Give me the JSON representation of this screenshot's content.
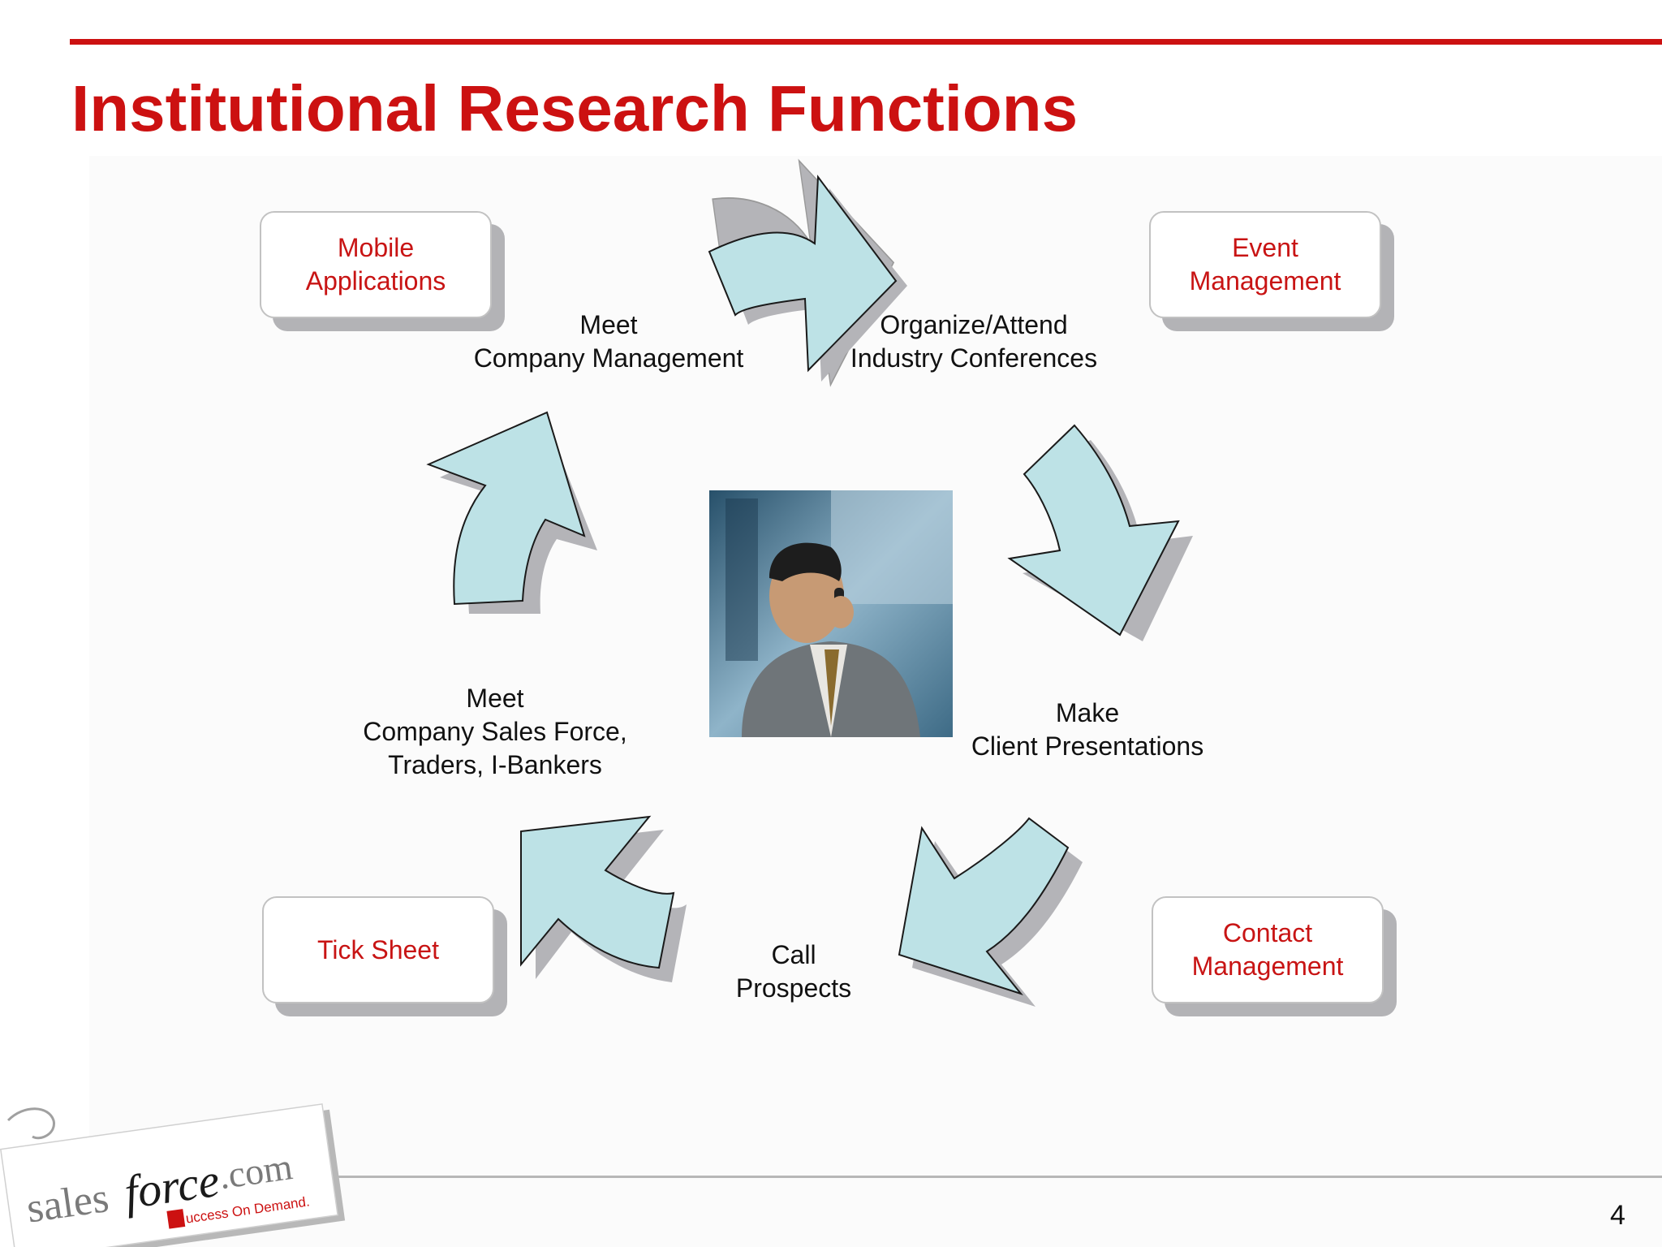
{
  "slide": {
    "title": "Institutional Research Functions",
    "page_number": "4"
  },
  "boxes": {
    "mobile": "Mobile\nApplications",
    "event": "Event\nManagement",
    "tick": "Tick Sheet",
    "contact": "Contact\nManagement"
  },
  "cycle": {
    "meet_management": "Meet\nCompany Management",
    "conferences": "Organize/Attend\nIndustry Conferences",
    "presentations": "Make\nClient Presentations",
    "call_prospects": "Call\nProspects",
    "meet_sales": "Meet\nCompany Sales Force,\n Traders, I-Bankers"
  },
  "logo": {
    "wordmark_left": "sales",
    "wordmark_mid": "force",
    "wordmark_right": ".com",
    "tagline": "uccess On Demand."
  },
  "colors": {
    "accent": "#cc1111",
    "arrow_fill": "#bde2e6",
    "arrow_shadow": "#b4b4b8"
  }
}
